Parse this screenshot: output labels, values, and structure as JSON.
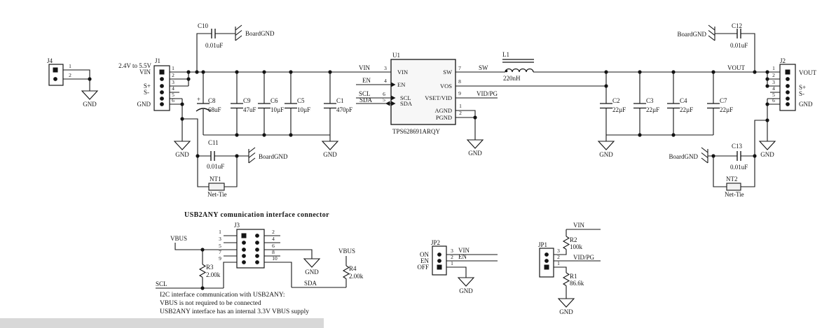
{
  "power": {
    "range": "2.4V to 5.5V"
  },
  "title": "USB2ANY comunication interface connector",
  "notes": [
    "I2C interface communication with USB2ANY:",
    "VBUS is not required to be connected",
    "USB2ANY interface has an internal 3.3V VBUS supply"
  ],
  "nets": {
    "vin": "VIN",
    "en": "EN",
    "scl": "SCL",
    "sda": "SDA",
    "sw": "SW",
    "vid_pg": "VID/PG",
    "vout": "VOUT",
    "vbus": "VBUS",
    "gnd": "GND",
    "board_gnd": "BoardGND"
  },
  "u1": {
    "ref": "U1",
    "part": "TPS628691ARQY",
    "pins": {
      "vin": {
        "num": "3",
        "name": "VIN"
      },
      "en": {
        "num": "4",
        "name": "EN"
      },
      "scl": {
        "num": "6",
        "name": "SCL"
      },
      "sda": {
        "num": "5",
        "name": "SDA"
      },
      "sw": {
        "num": "7",
        "name": "SW"
      },
      "vos": {
        "num": "8",
        "name": "VOS"
      },
      "vset_vid": {
        "num": "9",
        "name": "VSET/VID"
      },
      "agnd": {
        "num": "1",
        "name": "AGND"
      },
      "pgnd": {
        "num": "2",
        "name": "PGND"
      }
    }
  },
  "l1": {
    "ref": "L1",
    "value": "220nH"
  },
  "caps": {
    "c1": {
      "ref": "C1",
      "value": "470pF"
    },
    "c2": {
      "ref": "C2",
      "value": "22µF"
    },
    "c3": {
      "ref": "C3",
      "value": "22µF"
    },
    "c4": {
      "ref": "C4",
      "value": "22µF"
    },
    "c5": {
      "ref": "C5",
      "value": "10µF"
    },
    "c6": {
      "ref": "C6",
      "value": "10µF"
    },
    "c7": {
      "ref": "C7",
      "value": "22µF"
    },
    "c8": {
      "ref": "C8",
      "value": "68uF",
      "plus": "+"
    },
    "c9": {
      "ref": "C9",
      "value": "47uF"
    },
    "c10": {
      "ref": "C10",
      "value": "0.01uF"
    },
    "c11": {
      "ref": "C11",
      "value": "0.01uF"
    },
    "c12": {
      "ref": "C12",
      "value": "0.01uF"
    },
    "c13": {
      "ref": "C13",
      "value": "0.01uF"
    }
  },
  "res": {
    "r1": {
      "ref": "R1",
      "value": "86.6k"
    },
    "r2": {
      "ref": "R2",
      "value": "100k"
    },
    "r3": {
      "ref": "R3",
      "value": "2.00k"
    },
    "r4": {
      "ref": "R4",
      "value": "2.00k"
    }
  },
  "nt": {
    "nt1": {
      "ref": "NT1",
      "type": "Net-Tie"
    },
    "nt2": {
      "ref": "NT2",
      "type": "Net-Tie"
    }
  },
  "j1": {
    "ref": "J1",
    "nums": [
      "1",
      "2",
      "3",
      "4",
      "5",
      "6"
    ],
    "vin": "VIN",
    "s_plus": "S+",
    "s_minus": "S-",
    "gnd": "GND"
  },
  "j2": {
    "ref": "J2",
    "nums": [
      "1",
      "2",
      "3",
      "4",
      "5",
      "6"
    ],
    "vout": "VOUT",
    "s_plus": "S+",
    "s_minus": "S-",
    "gnd": "GND"
  },
  "j3": {
    "ref": "J3",
    "left_nums": [
      "1",
      "3",
      "5",
      "7",
      "9"
    ],
    "right_nums": [
      "2",
      "4",
      "6",
      "8",
      "10"
    ]
  },
  "j4": {
    "ref": "J4",
    "nums": [
      "1",
      "2"
    ]
  },
  "jp1": {
    "ref": "JP1",
    "nums": [
      "3",
      "2",
      "1"
    ]
  },
  "jp2": {
    "ref": "JP2",
    "nums": [
      "3",
      "2",
      "1"
    ],
    "on": "ON",
    "en": "EN",
    "off": "OFF"
  }
}
